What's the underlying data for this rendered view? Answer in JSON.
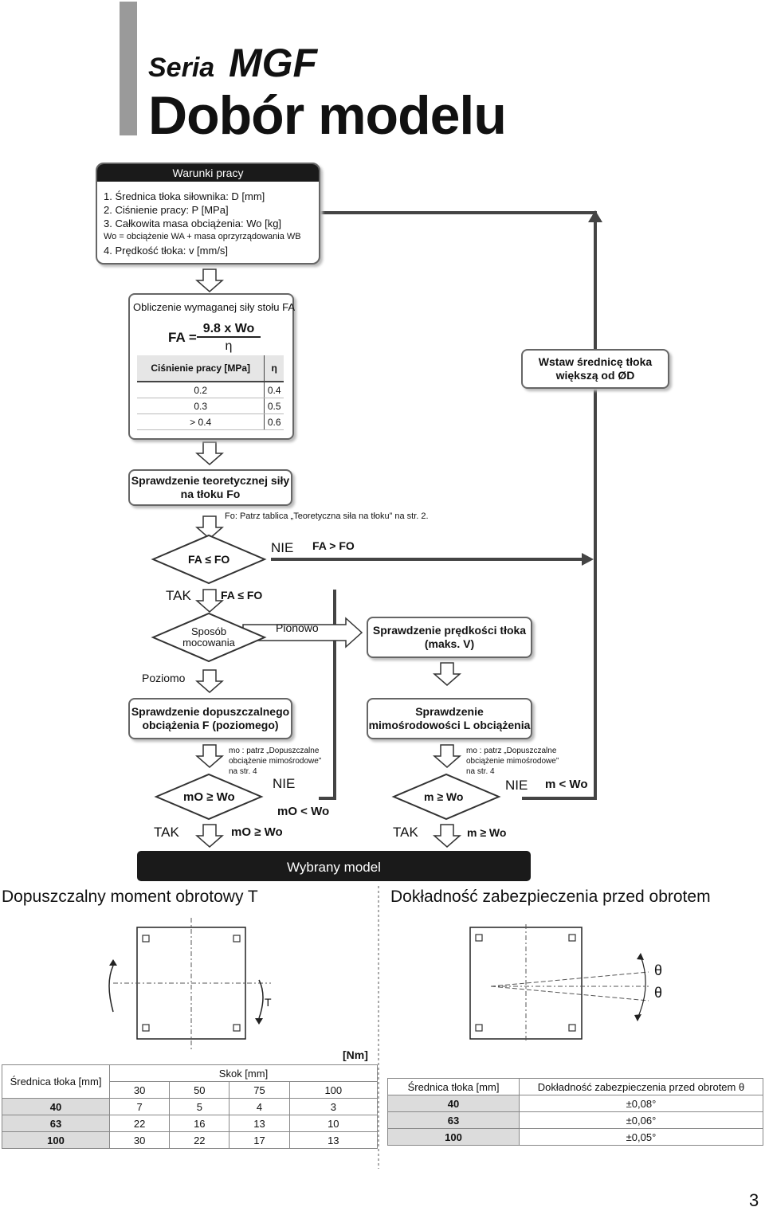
{
  "header": {
    "seria": "Seria",
    "series_code": "MGF",
    "title": "Dobór modelu"
  },
  "conditions": {
    "heading": "Warunki pracy",
    "items": [
      "1. Średnica tłoka siłownika: D [mm]",
      "2. Ciśnienie pracy: P [MPa]",
      "3. Całkowita masa obciążenia: Wo [kg]",
      "Wo = obciążenie WA + masa oprzyrządowania WB",
      "4. Prędkość tłoka: v [mm/s]"
    ]
  },
  "force_calc": {
    "title": "Obliczenie wymaganej siły stołu FA",
    "formula_lhs": "FA =",
    "formula_num": "9.8 x Wo",
    "formula_den": "η",
    "table": {
      "headers": [
        "Ciśnienie pracy [MPa]",
        "η"
      ],
      "rows": [
        [
          "0.2",
          "0.4"
        ],
        [
          "0.3",
          "0.5"
        ],
        [
          "> 0.4",
          "0.6"
        ]
      ]
    }
  },
  "insert_box": "Wstaw średnicę tłoka większą od ØD",
  "theoretical_box": "Sprawdzenie teoretycznej siły na tłoku Fo",
  "fo_note": "Fo: Patrz tablica „Teoretyczna siła na tłoku” na str. 2.",
  "decision1": {
    "cond": "FA ≤ FO",
    "no": "NIE",
    "no_cond": "FA > FO",
    "yes": "TAK",
    "yes_cond": "FA ≤ FO"
  },
  "mounting": {
    "diamond": "Sposób mocowania",
    "vertical": "Pionowo",
    "horizontal": "Poziomo"
  },
  "speed_box": "Sprawdzenie prędkości tłoka (maks. V)",
  "load_box": "Sprawdzenie dopuszczalnego obciążenia F (poziomego)",
  "ecc_box": "Sprawdzenie mimośrodowości L obciążenia",
  "note_left": [
    "mo : patrz „Dopuszczalne",
    "obciążenie mimośrodowe”",
    "na str. 4"
  ],
  "note_right": [
    "mo : patrz „Dopuszczalne",
    "obciążenie mimośrodowe”",
    "na str. 4"
  ],
  "decision2": {
    "cond": "mO ≥ Wo",
    "no": "NIE",
    "no_cond": "mO < Wo",
    "yes": "TAK",
    "yes_cond": "mO ≥ Wo"
  },
  "decision3": {
    "cond": "m ≥ Wo",
    "no": "NIE",
    "no_cond": "m < Wo",
    "yes": "TAK",
    "yes_cond": "m ≥ Wo"
  },
  "selected": "Wybrany model",
  "torque": {
    "title": "Dopuszczalny moment obrotowy T",
    "symbol": "T",
    "unit": "[Nm]",
    "bore_header": "Średnica tłoka [mm]",
    "stroke_header": "Skok [mm]",
    "strokes": [
      "30",
      "50",
      "75",
      "100"
    ],
    "rows": [
      {
        "bore": "40",
        "values": [
          "7",
          "5",
          "4",
          "3"
        ]
      },
      {
        "bore": "63",
        "values": [
          "22",
          "16",
          "13",
          "10"
        ]
      },
      {
        "bore": "100",
        "values": [
          "30",
          "22",
          "17",
          "13"
        ]
      }
    ]
  },
  "accuracy": {
    "title": "Dokładność zabezpieczenia przed obrotem",
    "theta": "θ",
    "headers": [
      "Średnica tłoka [mm]",
      "Dokładność zabezpieczenia przed obrotem θ"
    ],
    "rows": [
      [
        "40",
        "±0,08°"
      ],
      [
        "63",
        "±0,06°"
      ],
      [
        "100",
        "±0,05°"
      ]
    ]
  },
  "page_number": "3"
}
